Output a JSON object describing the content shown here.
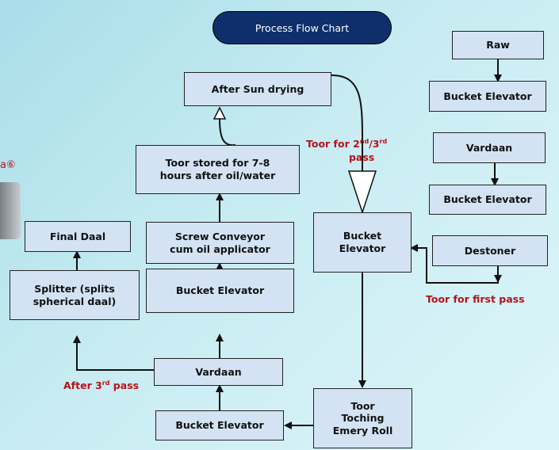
{
  "title": "Process Flow Chart",
  "fragment_number": "a⑥",
  "boxes": {
    "raw": "Raw",
    "bucket_elevator_1": "Bucket Elevator",
    "vardaan_right": "Vardaan",
    "bucket_elevator_2": "Bucket Elevator",
    "destoner": "Destoner",
    "after_sun_drying": "After Sun drying",
    "toor_stored_line1": "Toor stored for 7-8",
    "toor_stored_line2": "hours after oil/water",
    "bucket_elevator_center_line1": "Bucket",
    "bucket_elevator_center_line2": "Elevator",
    "screw_conveyor_line1": "Screw Conveyor",
    "screw_conveyor_line2": "cum oil applicator",
    "final_daal": "Final Daal",
    "splitter_line1": "Splitter (splits",
    "splitter_line2": "spherical daal)",
    "bucket_elevator_mid": "Bucket Elevator",
    "vardaan_bottom": "Vardaan",
    "bucket_elevator_bottom": "Bucket Elevator",
    "toor_toching_line1": "Toor",
    "toor_toching_line2": "Toching",
    "toor_toching_line3": "Emery Roll"
  },
  "labels": {
    "toor_2nd_3rd_a": "Toor for 2",
    "toor_2nd_3rd_sup1": "nd",
    "toor_2nd_3rd_b": "/3",
    "toor_2nd_3rd_sup2": "rd",
    "toor_2nd_3rd_c": "pass",
    "toor_first_pass": "Toor for first pass",
    "after_3rd_a": "After 3",
    "after_3rd_sup": "rd",
    "after_3rd_b": " pass"
  },
  "colors": {
    "box_fill": "#d3e3f3",
    "title_fill": "#0e2f6b",
    "annotation_red": "#b3141a",
    "background_start": "#a9dde8"
  }
}
